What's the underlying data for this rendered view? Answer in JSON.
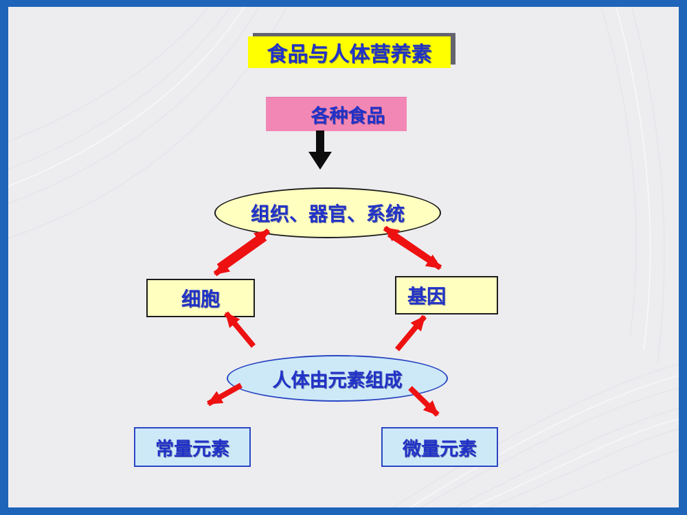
{
  "slide": {
    "title": "食品与人体营养素",
    "nodes": {
      "food": {
        "label": "各种食品",
        "fill": "#f287b5"
      },
      "tissue": {
        "label": "组织、器官、系统",
        "fill": "#ffffc0"
      },
      "cell": {
        "label": "细胞",
        "fill": "#ffffc0"
      },
      "gene": {
        "label": "基因",
        "fill": "#ffffc0"
      },
      "elements": {
        "label": "人体由元素组成",
        "fill": "#cde9f8"
      },
      "macro": {
        "label": "常量元素",
        "fill": "#cde9f8"
      },
      "trace": {
        "label": "微量元素",
        "fill": "#cde9f8"
      }
    },
    "arrows": [
      {
        "from": "各种食品",
        "to": "组织、器官、系统",
        "color": "#0d0d0d",
        "type": "single-down-block"
      },
      {
        "from": "组织、器官、系统",
        "to": "细胞",
        "color": "#ee1111",
        "type": "double-headed-pair"
      },
      {
        "from": "组织、器官、系统",
        "to": "基因",
        "color": "#ee1111",
        "type": "double-headed-pair"
      },
      {
        "from": "人体由元素组成",
        "to": "细胞",
        "color": "#ee1111",
        "type": "single"
      },
      {
        "from": "人体由元素组成",
        "to": "基因",
        "color": "#ee1111",
        "type": "single"
      },
      {
        "from": "人体由元素组成",
        "to": "常量元素",
        "color": "#ee1111",
        "type": "single"
      },
      {
        "from": "人体由元素组成",
        "to": "微量元素",
        "color": "#ee1111",
        "type": "single"
      }
    ],
    "colors": {
      "frame_blue": "#1e64b9",
      "canvas_bg": "#ededf0",
      "title_bg": "#ffff00",
      "title_shadow": "#5d5d66",
      "text_blue": "#2132c8",
      "node_border_dark": "#1c1c1c",
      "node_border_blue": "#2946c2",
      "arrow_red": "#ee1111",
      "arrow_black": "#0d0d0d"
    }
  }
}
